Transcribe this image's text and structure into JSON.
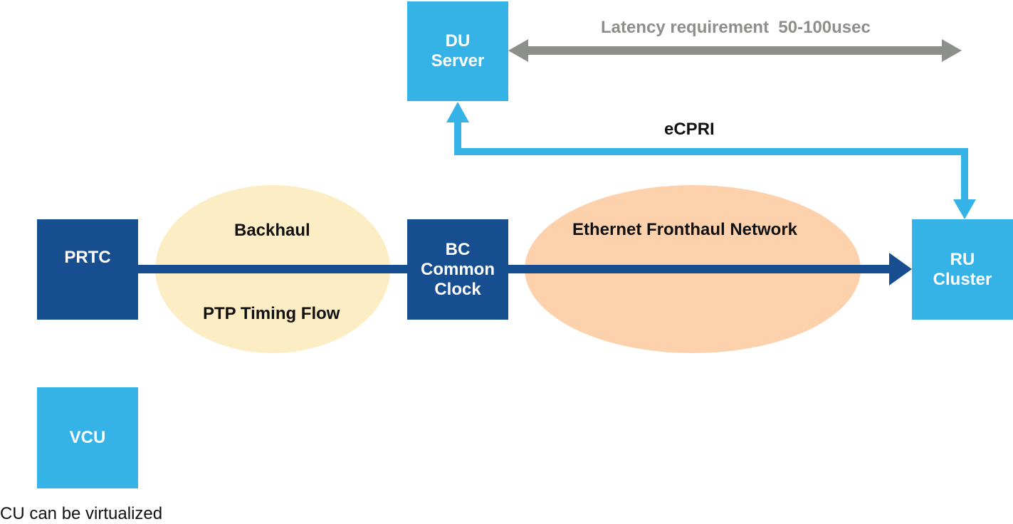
{
  "nodes": {
    "du_server": {
      "line1": "DU",
      "line2": "Server"
    },
    "prtc": {
      "label": "PRTC"
    },
    "bc": {
      "line1": "BC",
      "line2": "Common",
      "line3": "Clock"
    },
    "ru_cluster": {
      "line1": "RU",
      "line2": "Cluster"
    },
    "vcu": {
      "label": "VCU"
    }
  },
  "regions": {
    "backhaul": {
      "title": "Backhaul",
      "subtitle": "PTP Timing Flow"
    },
    "fronthaul": {
      "title": "Ethernet Fronthaul Network"
    }
  },
  "labels": {
    "latency": "Latency requirement  50-100usec",
    "ecpri": "eCPRI"
  },
  "caption": "CU can be virtualized",
  "colors": {
    "dark_box": "#174e8f",
    "light_box": "#36b3e6",
    "backhaul_fill": "#fdedc4",
    "fronthaul_fill": "#fcd1ac",
    "latency_arrow": "#8d8f8c",
    "ecpri_line": "#36b3e6",
    "ptp_line": "#174e8f"
  }
}
